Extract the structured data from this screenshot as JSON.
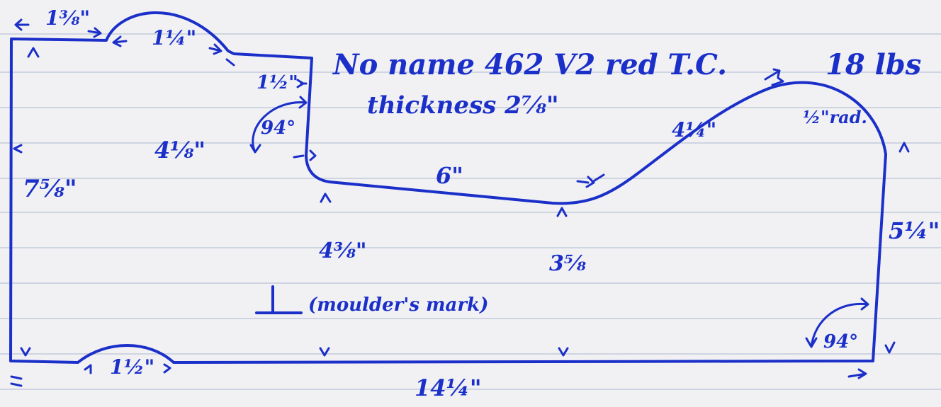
{
  "title_note": "No name 462 V2 red T.C.",
  "weight": "18 lbs",
  "thickness": "thickness 2⅞\"",
  "moulders_mark": "(moulder's mark)",
  "moulders_symbol": "⊥",
  "dimensions": {
    "top_left_width": "1⅜\"",
    "top_hump": "1¼\"",
    "step_width": "1½\"",
    "left_height": "7⅝\"",
    "inner_height": "4⅛\"",
    "left_angle": "94°",
    "bottom_hump": "1½\"",
    "trough_length": "6\"",
    "slope_length": "4¼\"",
    "radius": "½\"rad.",
    "right_height": "5¼\"",
    "step_depth": "4⅜\"",
    "trough_depth": "3⅝",
    "right_angle": "94°",
    "overall_length": "14¼\""
  },
  "colors": {
    "ink": "#1b2fc9",
    "paper": "#f1f1f4",
    "rule": "#b9c2d4"
  }
}
